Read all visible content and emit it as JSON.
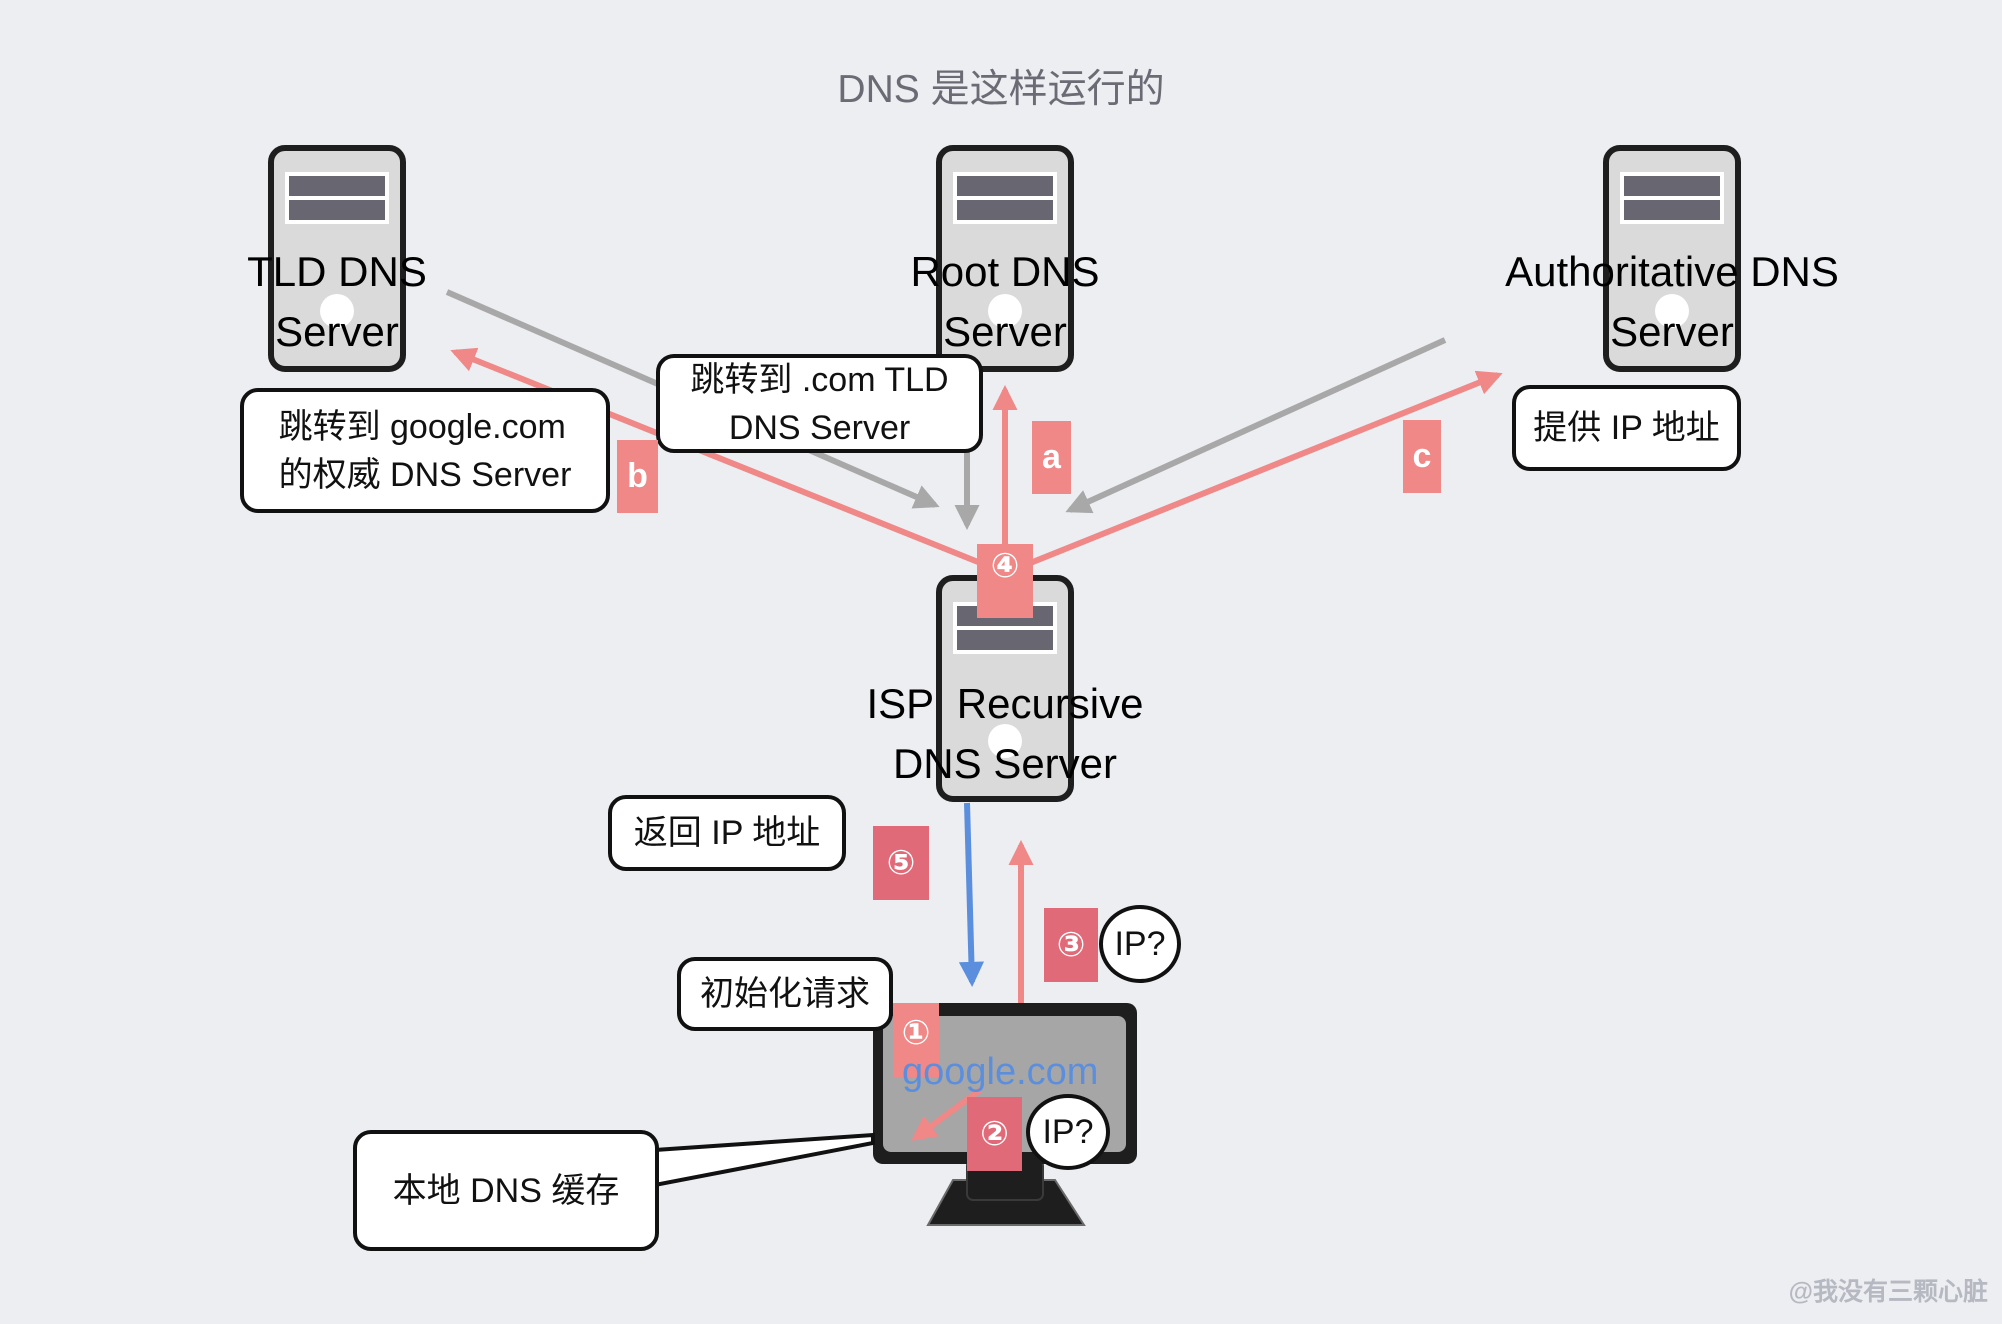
{
  "title": "DNS 是这样运行的",
  "watermark": "@我没有三颗心脏",
  "colors": {
    "background": "#edeef2",
    "request_arrow": "#ef8886",
    "response_arrow": "#a8a8a8",
    "return_arrow": "#5b8fde",
    "tag_light": "#ef8886",
    "tag_dark": "#e06a78"
  },
  "servers": {
    "tld": {
      "label": "TLD DNS\nServer",
      "icon": "server-icon"
    },
    "root": {
      "label": "Root DNS\nServer",
      "icon": "server-icon"
    },
    "authoritative": {
      "label": "Authoritative DNS\nServer",
      "icon": "server-icon"
    },
    "isp": {
      "label": "ISP  Recursive\nDNS Server",
      "icon": "server-icon"
    }
  },
  "callouts": {
    "tld_reply": "跳转到 google.com\n的权威 DNS Server",
    "root_reply": "跳转到 .com TLD\nDNS Server",
    "auth_reply": "提供 IP 地址",
    "return_ip": "返回 IP 地址",
    "init_request": "初始化请求",
    "local_cache": "本地 DNS 缓存"
  },
  "steps": {
    "a": "a",
    "b": "b",
    "c": "c",
    "s1": "①",
    "s2": "②",
    "s3": "③",
    "s4": "④",
    "s5": "⑤"
  },
  "bubbles": {
    "query_isp": "IP?",
    "query_local": "IP?"
  },
  "client": {
    "icon": "monitor-icon",
    "screen_text": "google.com"
  }
}
